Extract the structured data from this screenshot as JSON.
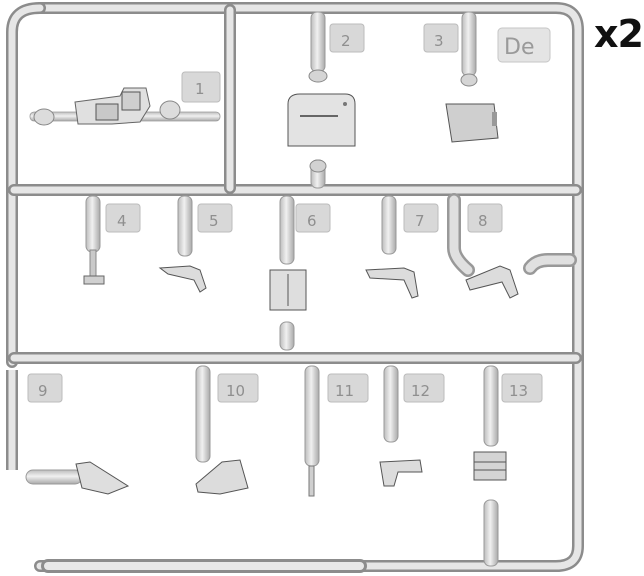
{
  "quantity_label": "x2",
  "sprue_code": "De",
  "part_numbers": [
    "1",
    "2",
    "3",
    "4",
    "5",
    "6",
    "7",
    "8",
    "9",
    "10",
    "11",
    "12",
    "13"
  ]
}
